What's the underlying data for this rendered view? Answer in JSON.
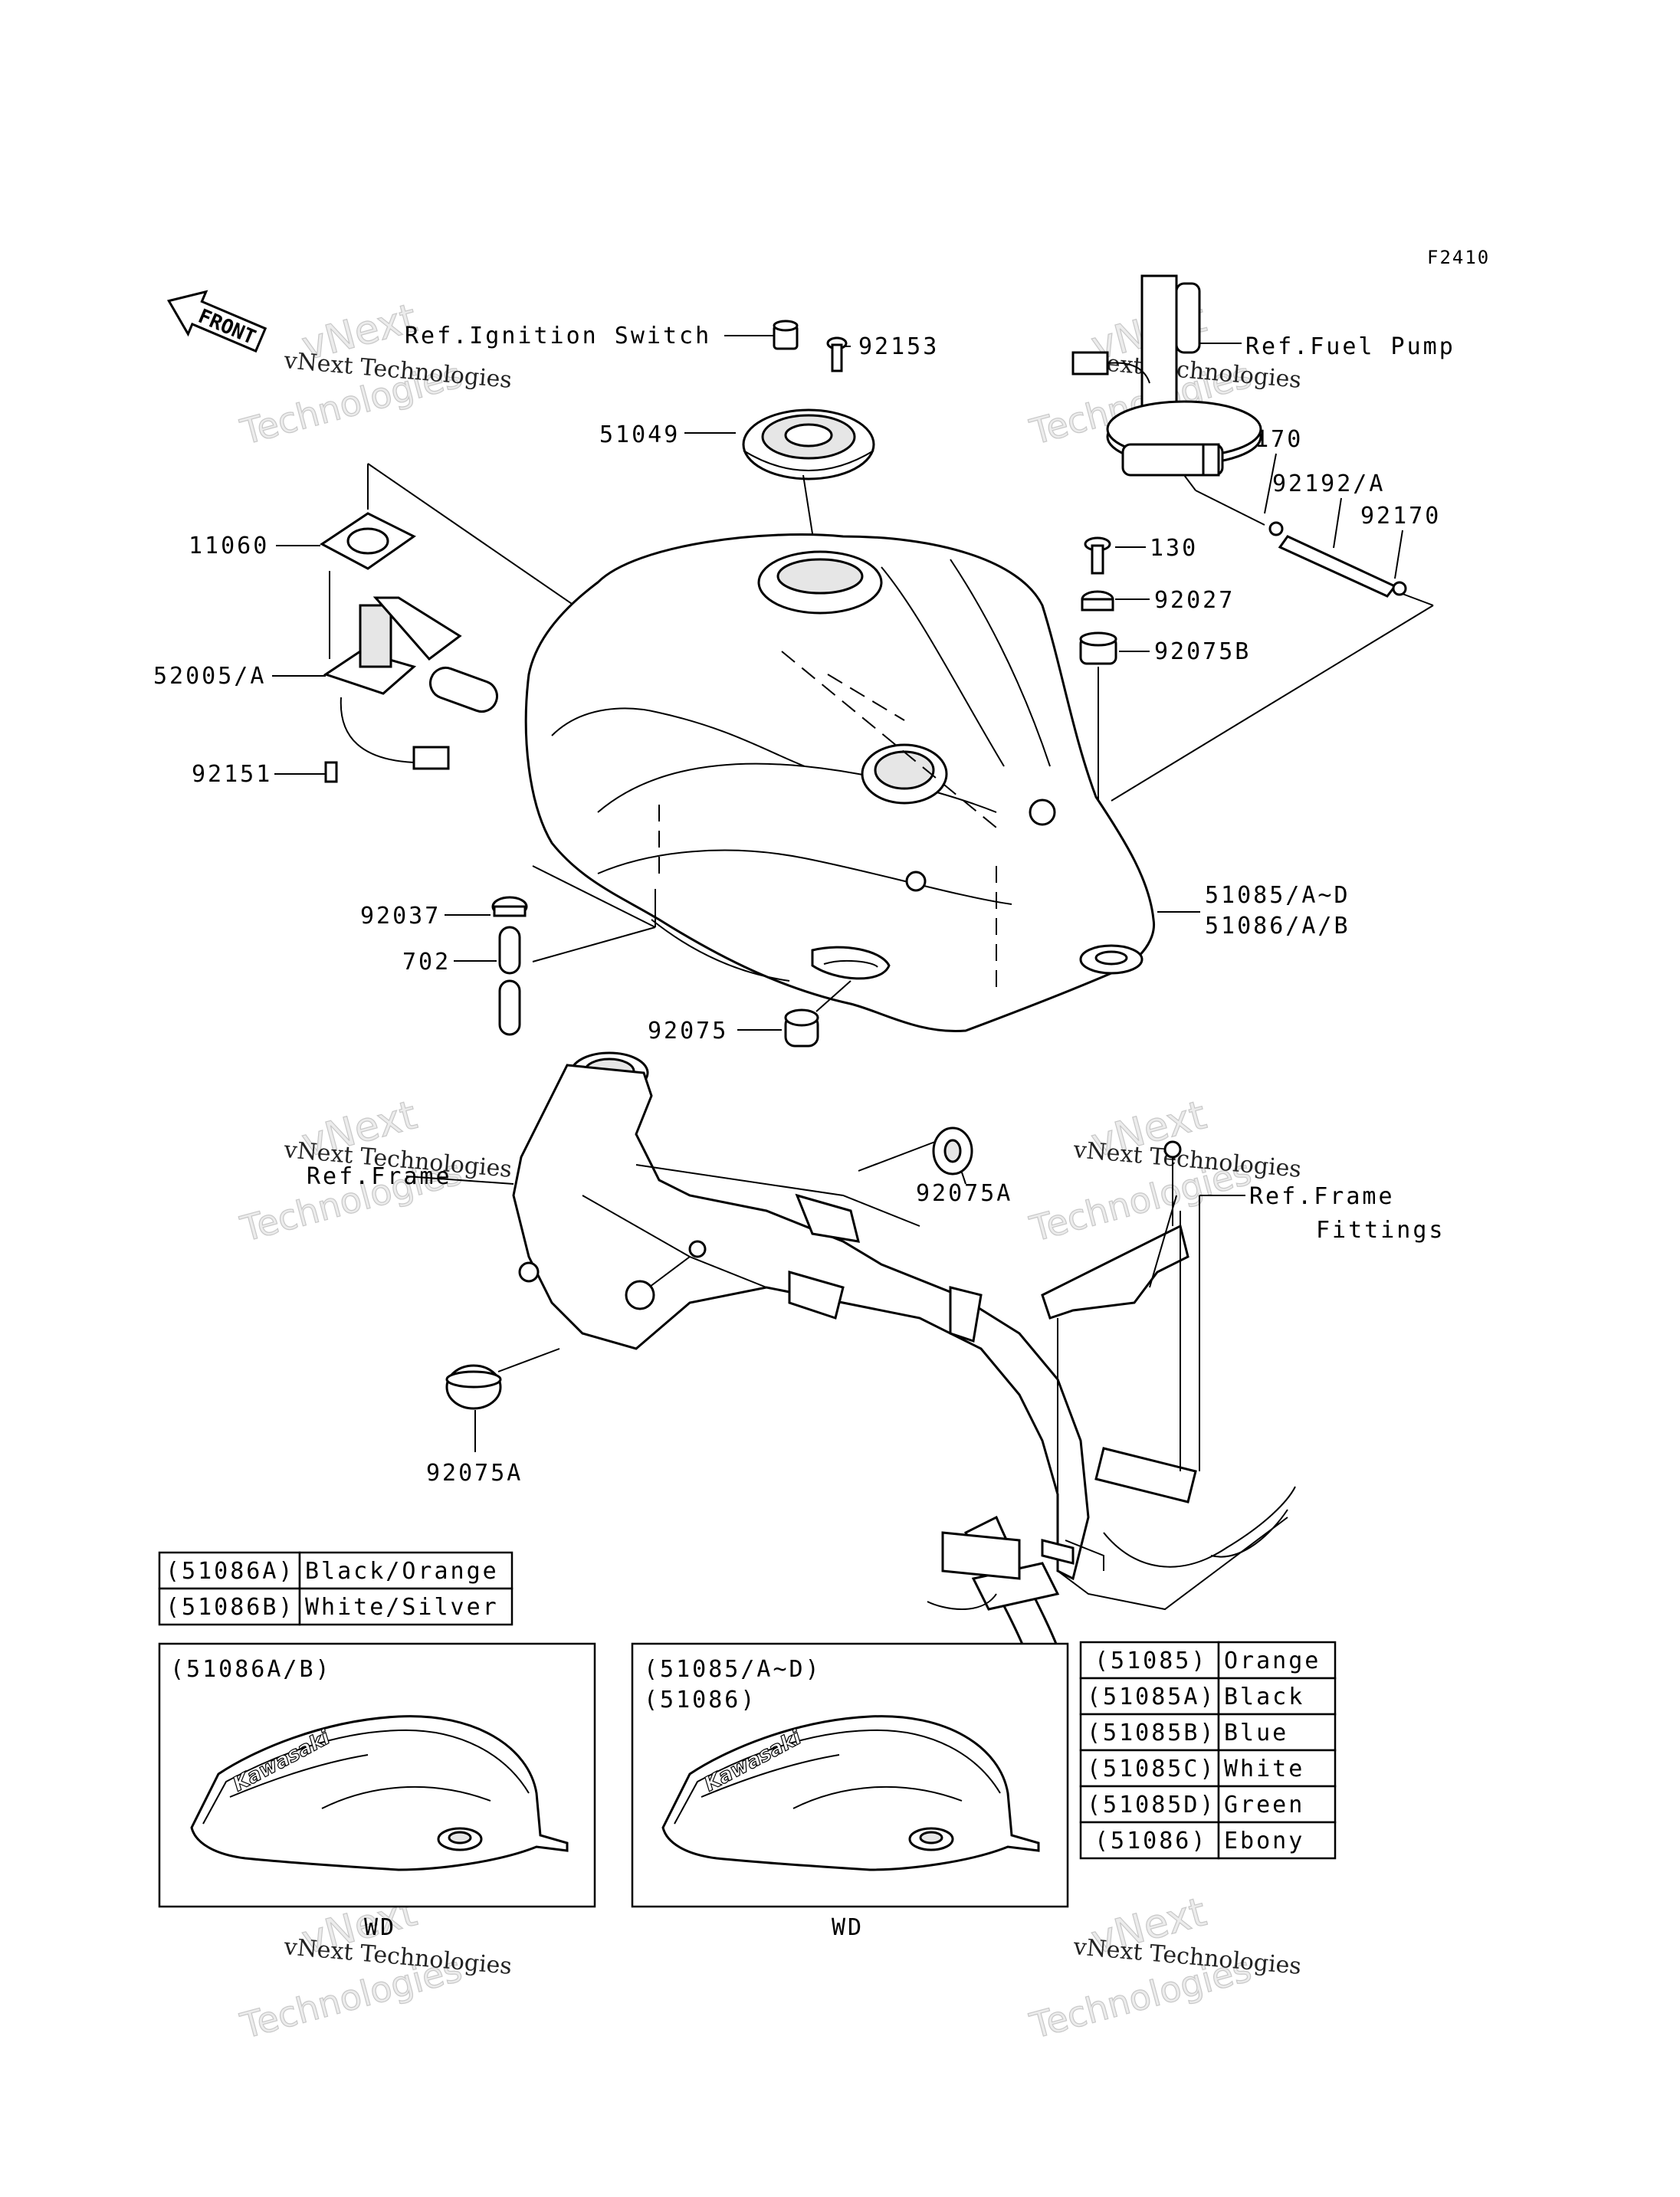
{
  "figure_code": "F2410",
  "front_label": "FRONT",
  "references": {
    "ignition_switch": "Ref.Ignition Switch",
    "fuel_pump": "Ref.Fuel Pump",
    "frame": "Ref.Frame",
    "frame_fittings_1": "Ref.Frame",
    "frame_fittings_2": "Fittings"
  },
  "part_numbers": {
    "p92153": "92153",
    "p51049": "51049",
    "p11060": "11060",
    "p52005": "52005/A",
    "p92151": "92151",
    "p92170a": "92170",
    "p92192": "92192/A",
    "p92170b": "92170",
    "p130": "130",
    "p92027": "92027",
    "p92075b": "92075B",
    "p51085": "51085/A~D",
    "p51086": "51086/A/B",
    "p92037": "92037",
    "p702": "702",
    "p92075": "92075",
    "p92075a_1": "92075A",
    "p92075a_2": "92075A"
  },
  "color_table_small": [
    {
      "code": "(51086A)",
      "color": "Black/Orange"
    },
    {
      "code": "(51086B)",
      "color": "White/Silver"
    }
  ],
  "color_table_large": [
    {
      "code": "(51085)",
      "color": "Orange"
    },
    {
      "code": "(51085A)",
      "color": "Black"
    },
    {
      "code": "(51085B)",
      "color": "Blue"
    },
    {
      "code": "(51085C)",
      "color": "White"
    },
    {
      "code": "(51085D)",
      "color": "Green"
    },
    {
      "code": "(51086)",
      "color": "Ebony"
    }
  ],
  "variant_boxes": {
    "left_title": "(51086A/B)",
    "right_title_1": "(51085/A~D)",
    "right_title_2": "(51086)",
    "left_caption": "WD",
    "right_caption": "WD",
    "tank_brand": "Kawasaki"
  },
  "watermark": {
    "line1": "vNext Technologies",
    "line2": "vNext",
    "line3": "Technologies"
  }
}
